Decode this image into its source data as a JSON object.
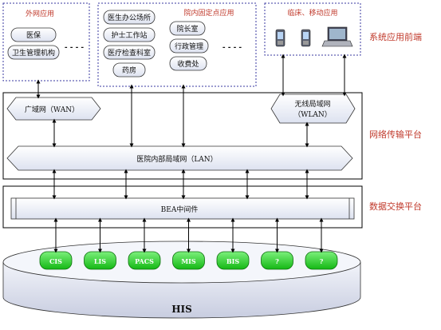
{
  "front_end": {
    "external": {
      "title": "外网应用",
      "items": [
        "医保",
        "卫生管理机构"
      ],
      "ellipsis": "- - - -"
    },
    "internal": {
      "title": "院内固定点应用",
      "left_items": [
        "医生办公场所",
        "护士工作站",
        "医疗检查科室",
        "药房"
      ],
      "right_items": [
        "院长室",
        "行政管理",
        "收费处"
      ],
      "ellipsis": "- - - -"
    },
    "mobile": {
      "title": "临床、移动应用"
    }
  },
  "network": {
    "wan": "广域网（WAN）",
    "wlan_line1": "无线局域网",
    "wlan_line2": "（WLAN）",
    "lan": "医院内部局域网（LAN）"
  },
  "exchange": {
    "middleware": "BEA中间件"
  },
  "his": {
    "label": "HIS",
    "systems": [
      "CIS",
      "LIS",
      "PACS",
      "MIS",
      "BIS",
      "?",
      "?"
    ]
  },
  "layer_labels": {
    "front": "系统应用前端",
    "network": "网络传输平台",
    "exchange": "数据交换平台"
  },
  "colors": {
    "accent_red": "#c0392b",
    "system_green": "#22cc22",
    "dotted_border": "#3a3aa0",
    "panel_fill": "#eef0f8"
  },
  "icons": [
    "phone-icon",
    "phone-icon",
    "laptop-icon"
  ]
}
